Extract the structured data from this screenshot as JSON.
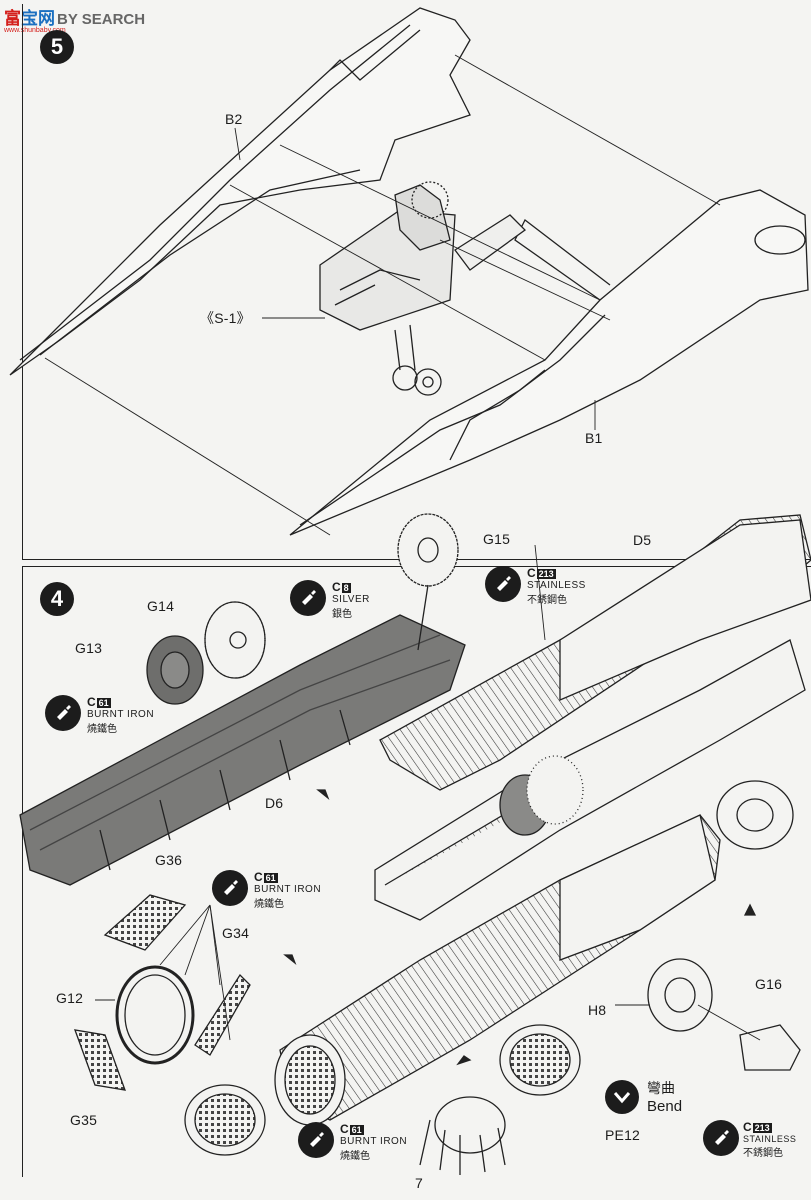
{
  "watermark": {
    "brand_cn": "富",
    "brand_mid": "",
    "brand_tail": "BY SEARCH",
    "url": "www.shunbaby.com"
  },
  "step5": {
    "number": "5",
    "labels": {
      "b2": "B2",
      "s1": "《S-1》",
      "b1": "B1"
    }
  },
  "step4": {
    "number": "4",
    "labels": {
      "g15": "G15",
      "d5": "D5",
      "g14": "G14",
      "g13": "G13",
      "d6": "D6",
      "g36": "G36",
      "g34": "G34",
      "g12": "G12",
      "g35": "G35",
      "h8": "H8",
      "g16": "G16",
      "pe12": "PE12"
    },
    "paints": [
      {
        "id": "c8",
        "code": "C",
        "num": "8",
        "name": "SILVER",
        "cn": "銀色"
      },
      {
        "id": "c213a",
        "code": "C",
        "num": "213",
        "name": "STAINLESS",
        "cn": "不銹鋼色"
      },
      {
        "id": "c61a",
        "code": "C",
        "num": "61",
        "name": "BURNT IRON",
        "cn": "燒鐵色"
      },
      {
        "id": "c61b",
        "code": "C",
        "num": "61",
        "name": "BURNT IRON",
        "cn": "燒鐵色"
      },
      {
        "id": "c61c",
        "code": "C",
        "num": "61",
        "name": "BURNT IRON",
        "cn": "燒鐵色"
      },
      {
        "id": "c213b",
        "code": "C",
        "num": "213",
        "name": "STAINLESS",
        "cn": "不銹鋼色"
      }
    ],
    "bend": {
      "cn": "彎曲",
      "en": "Bend"
    }
  },
  "page_number": "7"
}
